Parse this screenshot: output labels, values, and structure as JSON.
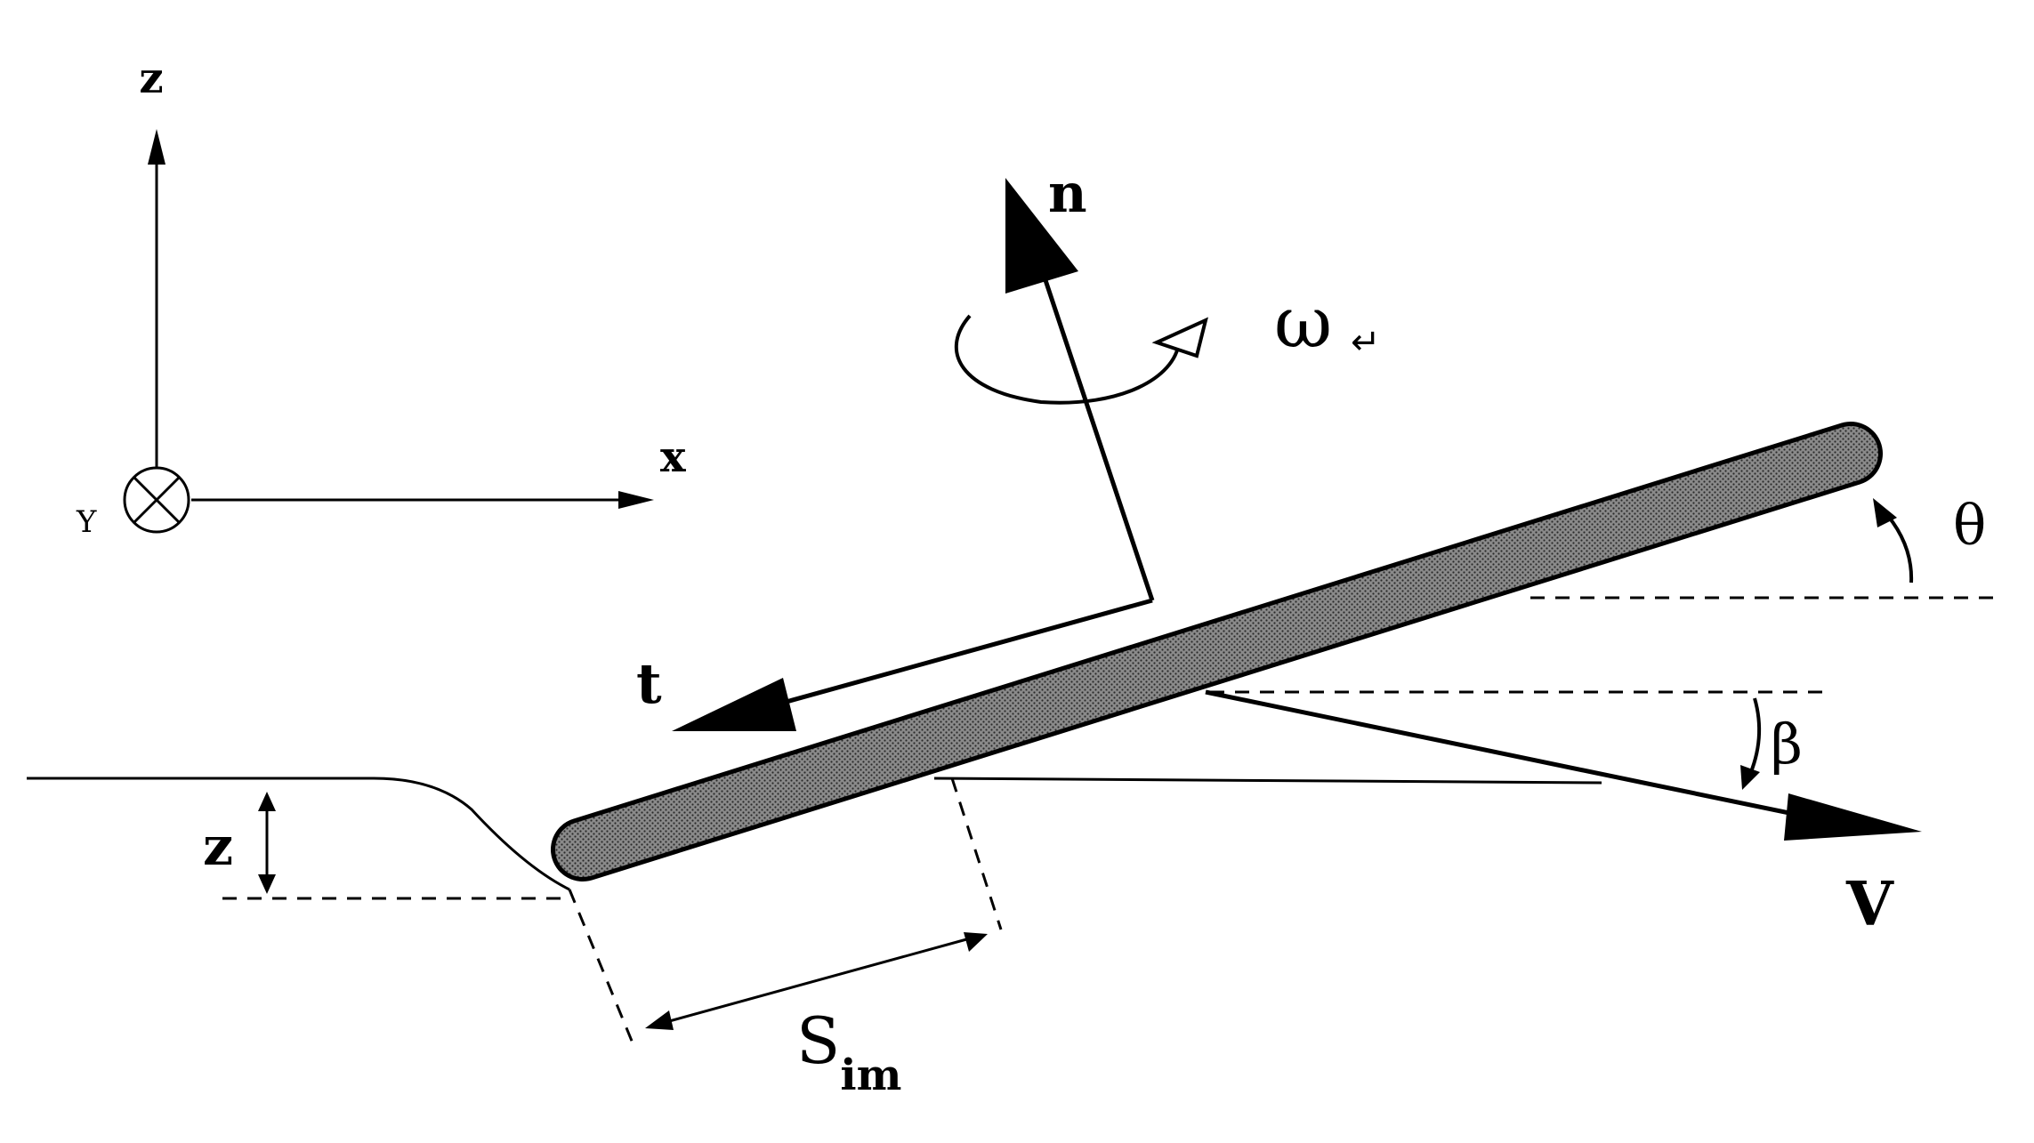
{
  "axes": {
    "z_label": "z",
    "x_label": "x",
    "y_label": "Y"
  },
  "vectors": {
    "normal_label": "n",
    "tangent_label": "t",
    "velocity_label": "V"
  },
  "angles": {
    "omega_label": "ω",
    "omega_mark": "↵",
    "theta_label": "θ",
    "beta_label": "β"
  },
  "dimensions": {
    "depth_label": "z",
    "immersed_label_main": "S",
    "immersed_label_sub": "im"
  },
  "colors": {
    "ink": "#000000",
    "plate_fill": "#6f6f6f",
    "background": "#ffffff"
  }
}
